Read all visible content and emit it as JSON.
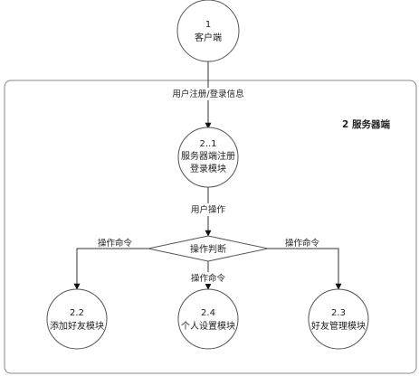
{
  "nodes": {
    "client": {
      "id": "1",
      "label": "客户端"
    },
    "server_login": {
      "id": "2..1",
      "label_line1": "服务器端注册",
      "label_line2": "登录模块"
    },
    "decision": {
      "label": "操作判断"
    },
    "add_friend": {
      "id": "2.2",
      "label": "添加好友模块"
    },
    "personal_settings": {
      "id": "2.4",
      "label": "个人设置模块"
    },
    "friend_manage": {
      "id": "2.3",
      "label": "好友管理模块"
    }
  },
  "region": {
    "label": "2 服务器端"
  },
  "edges": {
    "client_to_server": "用户注册/登录信息",
    "server_to_decision": "用户操作",
    "decision_to_add": "操作命令",
    "decision_to_personal": "操作命令",
    "decision_to_manage": "操作命令"
  }
}
